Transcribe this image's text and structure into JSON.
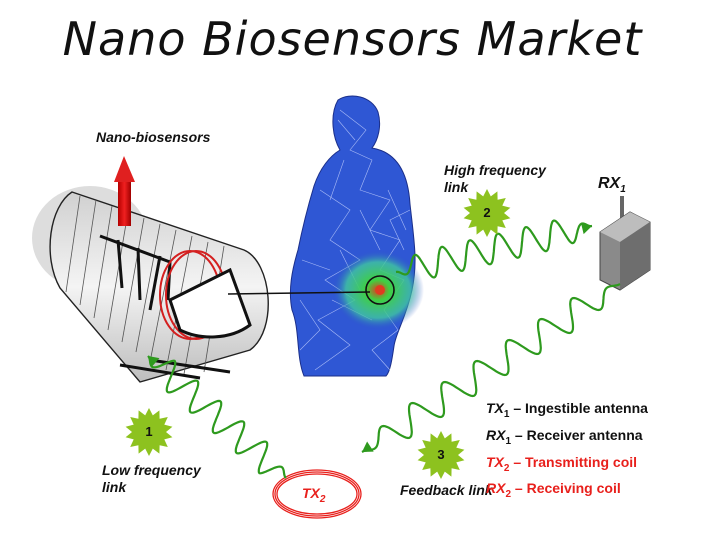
{
  "title": "Nano Biosensors Market",
  "labels": {
    "nano_biosensors": "Nano-biosensors",
    "high_frequency": "High frequency",
    "high_frequency_2": "link",
    "rx1": "RX",
    "rx1_sub": "1",
    "low_frequency": "Low frequency",
    "low_frequency_2": "link",
    "tx2": "TX",
    "tx2_sub": "2",
    "feedback": "Feedback link"
  },
  "badges": [
    "1",
    "2",
    "3"
  ],
  "legend": [
    {
      "code": "TX",
      "sub": "1",
      "text": " – Ingestible antenna",
      "color": "#111111"
    },
    {
      "code": "RX",
      "sub": "1",
      "text": " – Receiver antenna",
      "color": "#111111"
    },
    {
      "code": "TX",
      "sub": "2",
      "text": " – Transmitting coil",
      "color": "#e8201c"
    },
    {
      "code": "RX",
      "sub": "2",
      "text": " – Receiving coil",
      "color": "#e8201c"
    }
  ],
  "colors": {
    "wave": "#2e9a1e",
    "badge": "#8dc21f",
    "red": "#e8201c",
    "body": "#2a4fc9"
  }
}
